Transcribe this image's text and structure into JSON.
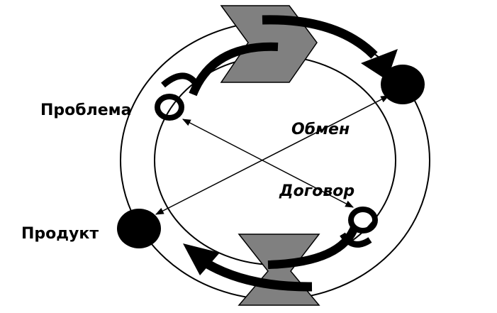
{
  "labels": {
    "problem": "Проблема",
    "exchange": "Обмен",
    "contract": "Договор",
    "product": "Продукт"
  },
  "colors": {
    "line": "#000000",
    "chevron_fill": "#808080",
    "background": "#ffffff"
  }
}
